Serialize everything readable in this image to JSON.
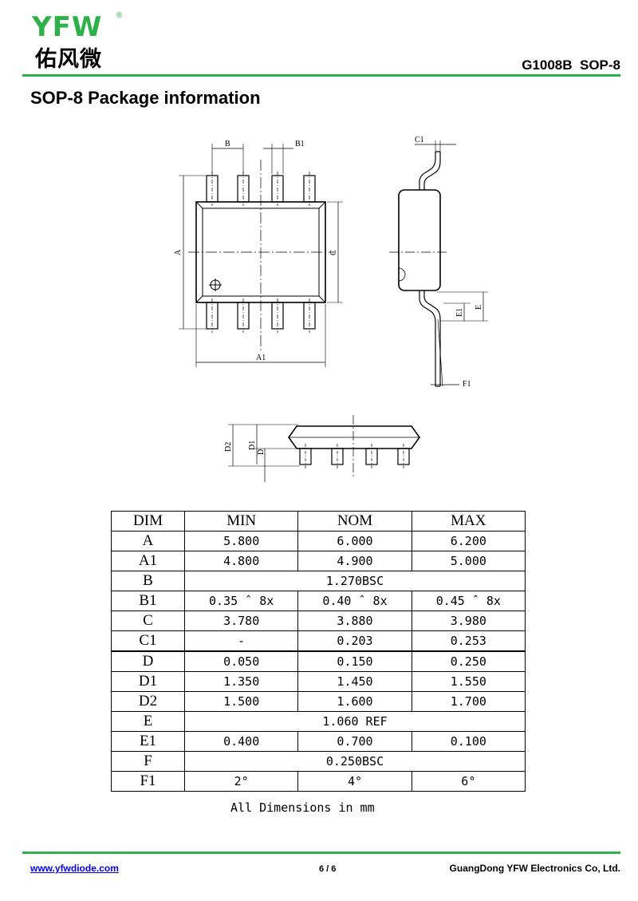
{
  "header": {
    "logo_letters": "YFW",
    "logo_reg": "®",
    "logo_chinese": "佑风微",
    "doc_title": "G1008B  SOP-8"
  },
  "heading": "SOP-8 Package information",
  "drawing_labels": {
    "top_view": [
      "B",
      "B1",
      "A",
      "C",
      "A1"
    ],
    "side_view": [
      "C1",
      "E",
      "E1",
      "F1"
    ],
    "front_view": [
      "D2",
      "D1",
      "D"
    ]
  },
  "table": {
    "headers": [
      "DIM",
      "MIN",
      "NOM",
      "MAX"
    ],
    "rows": [
      {
        "dim": "A",
        "min": "5.800",
        "nom": "6.000",
        "max": "6.200"
      },
      {
        "dim": "A1",
        "min": "4.800",
        "nom": "4.900",
        "max": "5.000"
      },
      {
        "dim": "B",
        "span": "1.270BSC"
      },
      {
        "dim": "B1",
        "min": "0.35 ˆ 8x",
        "nom": "0.40 ˆ 8x",
        "max": "0.45 ˆ 8x"
      },
      {
        "dim": "C",
        "min": "3.780",
        "nom": "3.880",
        "max": "3.980"
      },
      {
        "dim": "C1",
        "min": "-",
        "nom": "0.203",
        "max": "0.253"
      },
      {
        "dim": "D",
        "min": "0.050",
        "nom": "0.150",
        "max": "0.250"
      },
      {
        "dim": "D1",
        "min": "1.350",
        "nom": "1.450",
        "max": "1.550"
      },
      {
        "dim": "D2",
        "min": "1.500",
        "nom": "1.600",
        "max": "1.700"
      },
      {
        "dim": "E",
        "span": "1.060 REF"
      },
      {
        "dim": "E1",
        "min": "0.400",
        "nom": "0.700",
        "max": "0.100"
      },
      {
        "dim": "F",
        "span": "0.250BSC"
      },
      {
        "dim": "F1",
        "min": "2°",
        "nom": "4°",
        "max": "6°"
      }
    ]
  },
  "units_note": "All Dimensions in mm",
  "footer": {
    "website": "www.yfwdiode.com",
    "page": "6 / 6",
    "company": "GuangDong YFW Electronics Co, Ltd."
  }
}
